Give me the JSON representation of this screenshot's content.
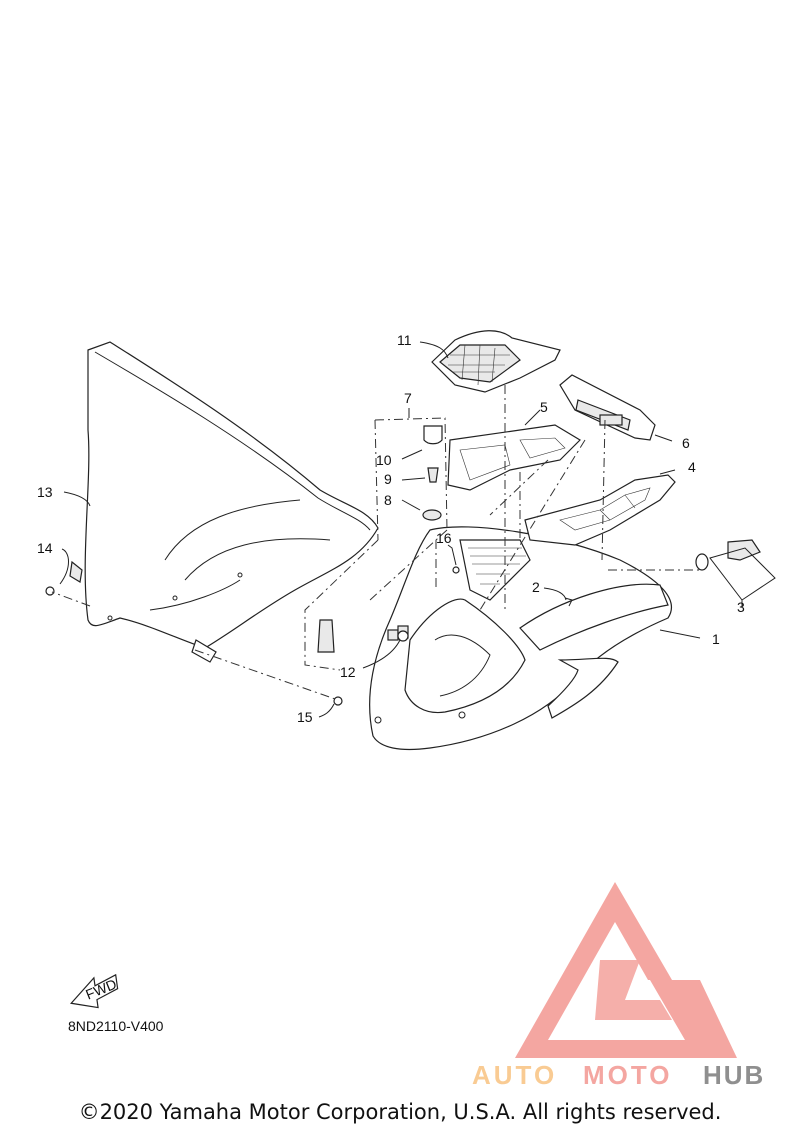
{
  "callouts": {
    "c1": "1",
    "c2": "2",
    "c3": "3",
    "c4": "4",
    "c5": "5",
    "c6": "6",
    "c7": "7",
    "c8": "8",
    "c9": "9",
    "c10": "10",
    "c11": "11",
    "c12": "12",
    "c13": "13",
    "c14": "14",
    "c15": "15",
    "c16": "16"
  },
  "fwd_label": "FWD",
  "diagram_code": "8ND2110-V400",
  "watermark": {
    "brand_a": "AUTO",
    "brand_b": "MOTO",
    "brand_c": "HUB"
  },
  "copyright": "©2020 Yamaha Motor Corporation, U.S.A. All rights reserved.",
  "colors": {
    "watermark_red": "#f4a29c",
    "watermark_orange": "#f9c98e",
    "watermark_gray": "#8a8a8a"
  }
}
